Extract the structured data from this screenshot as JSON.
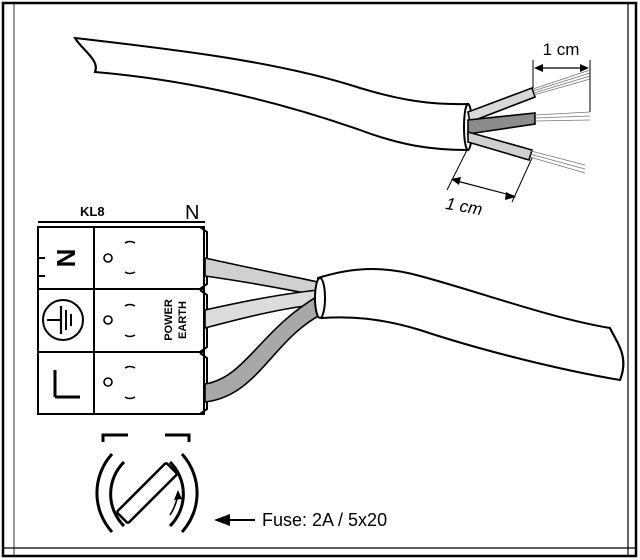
{
  "dimension_top": "1 cm",
  "dimension_bottom": "1 cm",
  "block_label": "KL8",
  "neutral_header": "N",
  "terminals": {
    "neutral_symbol": "N",
    "power_label": "POWER",
    "earth_label": "EARTH"
  },
  "fuse_label": "Fuse: 2A / 5x20",
  "colors": {
    "ink": "#000000",
    "jacket": "#ffffff",
    "wire_light": "#d0d0d0",
    "wire_mid": "#a8a8a8",
    "wire_dark": "#8c8c8c"
  }
}
